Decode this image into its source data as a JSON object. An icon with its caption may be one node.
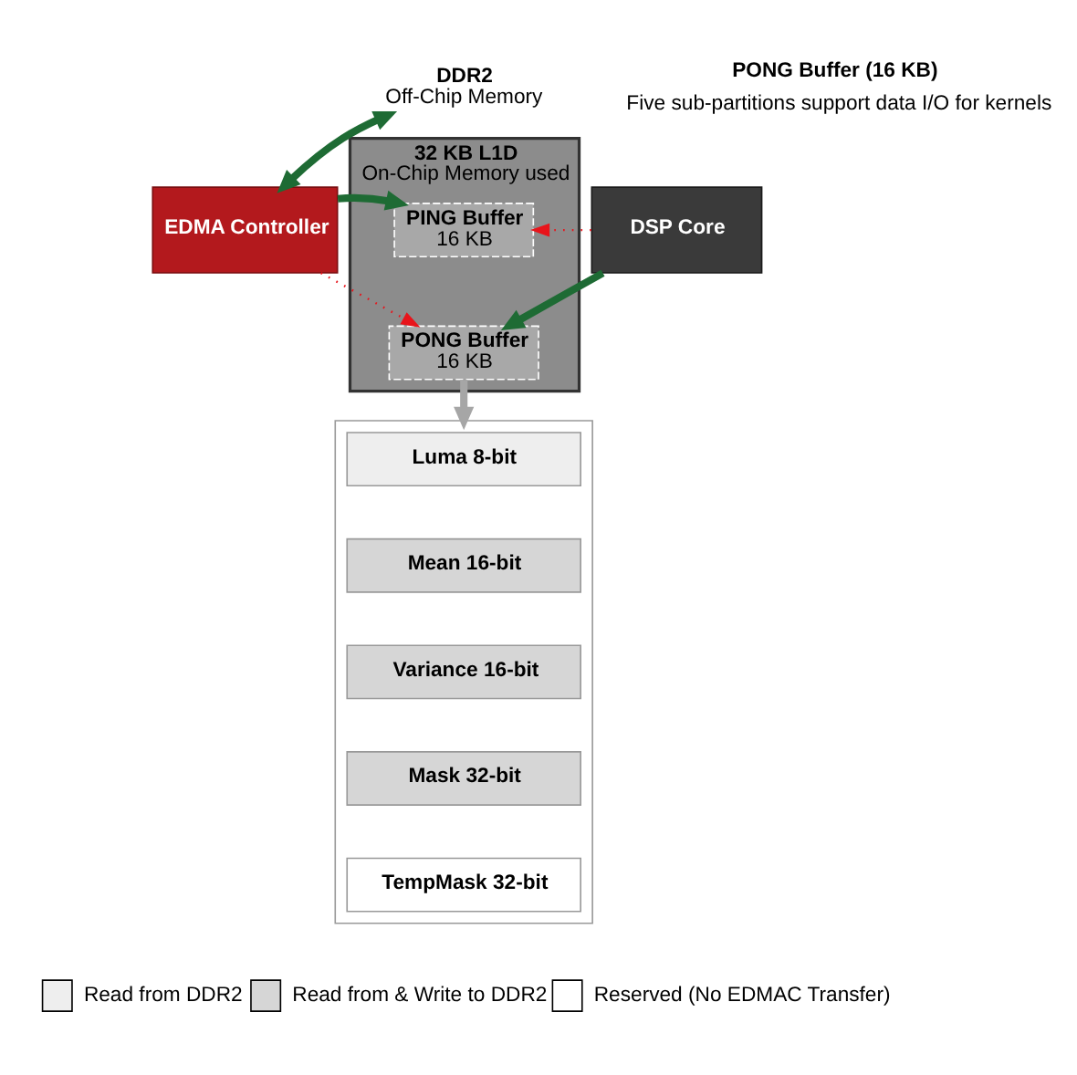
{
  "diagram": {
    "nodes": [
      {
        "text": [
          "DDR2",
          "Off-Chip Memory"
        ]
      },
      {
        "text": [
          "32 KB L1D",
          "On-Chip Memory used"
        ]
      },
      {
        "text": [
          "PING Buffer",
          "16 KB"
        ],
        "in": 1
      },
      {
        "text": [
          "PONG Buffer",
          "16 KB"
        ],
        "in": 1
      },
      {
        "text": [
          "EDMA Controller"
        ]
      },
      {
        "text": [
          "DSP Core"
        ]
      },
      {
        "text": [],
        "shape": "box"
      },
      {
        "text": [
          "Luma 8-bit"
        ],
        "in": 6
      },
      {
        "text": [
          "Mean 16-bit"
        ],
        "in": 6
      },
      {
        "text": [
          "Variance 16-bit"
        ],
        "in": 6
      },
      {
        "text": [
          "Mask 32-bit"
        ],
        "in": 6
      },
      {
        "text": [
          "TempMask 32-bit"
        ],
        "in": 6
      }
    ],
    "edges": [
      {
        "from": 0,
        "to": 4,
        "arrow": "both"
      },
      {
        "from": 4,
        "to": 2,
        "arrow": "to"
      },
      {
        "from": 4,
        "to": 3,
        "arrow": "to",
        "style": "dashed",
        "color": "#e8141b"
      },
      {
        "from": 5,
        "to": 2,
        "arrow": "to",
        "style": "dashed",
        "color": "#e8141b"
      },
      {
        "from": 5,
        "to": 3,
        "arrow": "to"
      },
      {
        "from": 3,
        "to": 6,
        "arrow": "to",
        "color": "#a6a6a6"
      }
    ],
    "labels": [
      "PONG Buffer (16 KB)",
      "Five sub-partitions support data I/O for kernels"
    ],
    "legend": [
      {
        "text": "Read from DDR2"
      },
      {
        "text": "Read from & Write to DDR2"
      },
      {
        "text": "Reserved (No EDMAC Transfer)"
      }
    ]
  }
}
